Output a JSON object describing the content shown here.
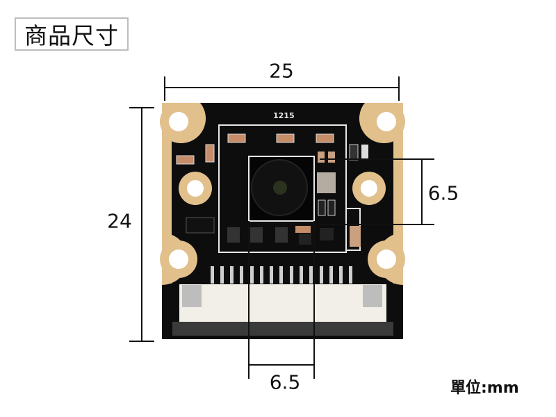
{
  "title": "商品尺寸",
  "dimensions": {
    "width": "25",
    "height": "24",
    "lens_vertical": "6.5",
    "lens_horizontal": "6.5"
  },
  "board_marking": "1215",
  "unit_label": "單位:mm",
  "colors": {
    "pcb": "#0d0d0d",
    "pad": "#e2c08c",
    "silk": "#e8e8e8",
    "connector": "#f2efe8",
    "line": "#111111"
  }
}
